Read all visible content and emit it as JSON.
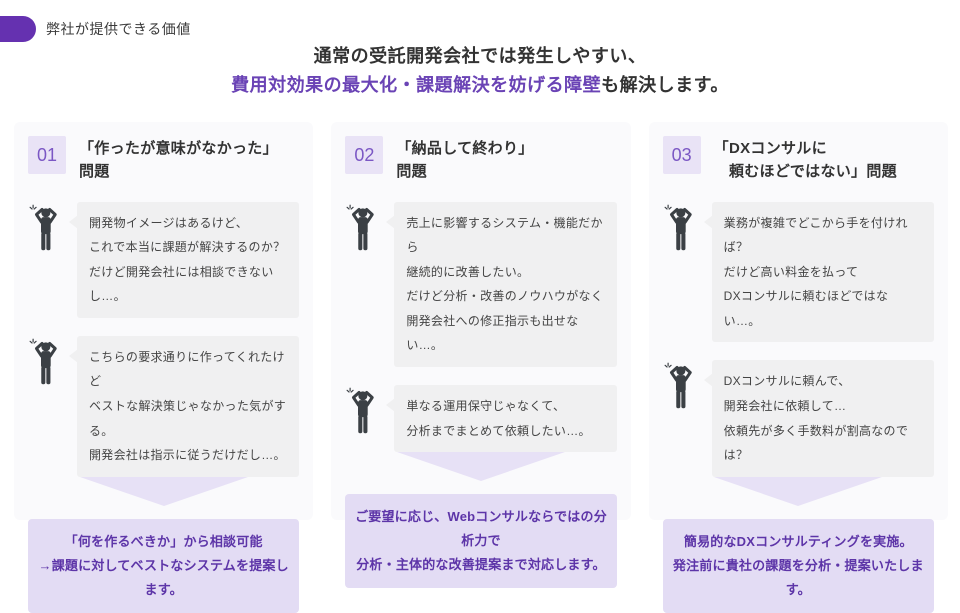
{
  "header": {
    "tag_label": "弊社が提供できる価値",
    "title_line1": "通常の受託開発会社では発生しやすい、",
    "title_line2_highlight": "費用対効果の最大化・課題解決を妨げる障壁",
    "title_line2_rest": "も解決します。"
  },
  "colors": {
    "accent_purple": "#6531b0",
    "title_highlight_purple": "#6a43b5",
    "badge_background": "#e9e3f6",
    "badge_text": "#7b57c4",
    "bubble_background": "#f0f0f1",
    "arrow_fill": "#e7e1f6",
    "solution_background": "#e3dcf4",
    "solution_text": "#5d35a8",
    "person_icon": "#3b4045"
  },
  "icons": {
    "tag": "rounded-ribbon-tag",
    "person": "troubled-person-icon",
    "arrow": "down-arrow-icon"
  },
  "columns": [
    {
      "number": "01",
      "title": "「作ったが意味がなかった」\n問題",
      "bubbles": [
        "開発物イメージはあるけど、\nこれで本当に課題が解決するのか？\nだけど開発会社には相談できないし…。",
        "こちらの要求通りに作ってくれたけど\nベストな解決策じゃなかった気がする。\n開発会社は指示に従うだけだし…。"
      ],
      "solution": "「何を作るべきか」から相談可能\n→課題に対してベストなシステムを提案します。"
    },
    {
      "number": "02",
      "title": "「納品して終わり」\n問題",
      "bubbles": [
        "売上に影響するシステム・機能だから\n継続的に改善したい。\nだけど分析・改善のノウハウがなく\n開発会社への修正指示も出せない…。",
        "単なる運用保守じゃなくて、\n分析までまとめて依頼したい…。"
      ],
      "solution": "ご要望に応じ、Webコンサルならではの分析力で\n分析・主体的な改善提案まで対応します。"
    },
    {
      "number": "03",
      "title": "「DXコンサルに\n　頼むほどではない」問題",
      "bubbles": [
        "業務が複雑でどこから手を付ければ？\nだけど高い料金を払って\nDXコンサルに頼むほどではない…。",
        "DXコンサルに頼んで、\n開発会社に依頼して…\n依頼先が多く手数料が割高なのでは？"
      ],
      "solution": "簡易的なDXコンサルティングを実施。\n発注前に貴社の課題を分析・提案いたします。"
    }
  ]
}
